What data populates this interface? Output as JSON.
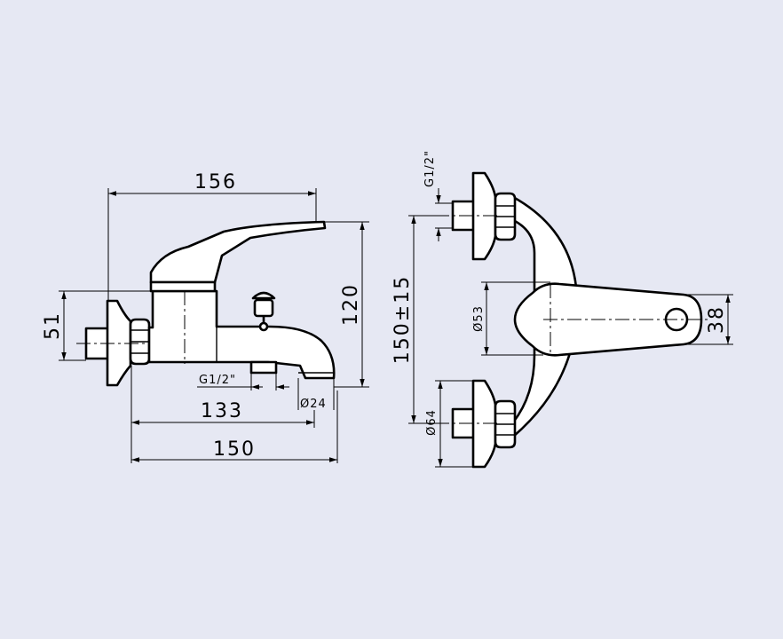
{
  "side_view": {
    "dim_overall_length": "156",
    "dim_height": "120",
    "dim_inlet_height": "51",
    "dim_outlet_thread": "G1/2\"",
    "dim_spout_reach": "133",
    "dim_spout_diameter": "Ø24",
    "dim_wall_to_spout": "150"
  },
  "front_view": {
    "dim_inlet_thread": "G1/2\"",
    "dim_centers": "150±15",
    "dim_handle_diameter": "Ø53",
    "dim_handle_width": "38",
    "dim_flange_diameter": "Ø64"
  }
}
